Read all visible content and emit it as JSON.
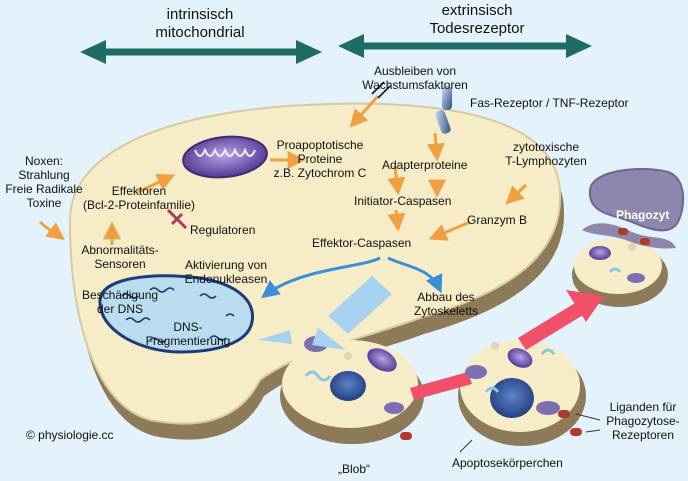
{
  "headers": {
    "intrinsic": [
      "intrinsisch",
      "mitochondrial"
    ],
    "extrinsic": [
      "extrinsisch",
      "Todesrezeptor"
    ]
  },
  "labels": {
    "noxen": [
      "Noxen:",
      "Strahlung",
      "Freie Radikale",
      "Toxine"
    ],
    "ausbleiben": [
      "Ausbleiben von",
      "Wachstumsfaktoren"
    ],
    "fas": "Fas-Rezeptor / TNF-Rezeptor",
    "proapoptotische": [
      "Proapoptotische",
      "Proteine",
      "z.B. Zytochrom C"
    ],
    "effektoren": [
      "Effektoren",
      "(Bcl-2-Proteinfamilie)"
    ],
    "adapter": "Adapterproteine",
    "lymphozyten": [
      "zytotoxische",
      "T-Lymphozyten"
    ],
    "initiator": "Initiator-Caspasen",
    "regulatoren": "Regulatoren",
    "abnorm": [
      "Abnormalitäts-",
      "Sensoren"
    ],
    "granzym": "Granzym B",
    "effektor_caspasen": "Effektor-Caspasen",
    "aktivierung": [
      "Aktivierung von",
      "Endonukleasen"
    ],
    "beschaedigung": [
      "Beschädigung",
      "der DNS"
    ],
    "abbau": [
      "Abbau des",
      "Zytoskeletts"
    ],
    "dns_frag": [
      "DNS-",
      "Fragmentierung"
    ],
    "phagozyt": "Phagozyt",
    "liganden": [
      "Liganden für",
      "Phagozytose-",
      "Rezeptoren"
    ],
    "blob": "„Blob“",
    "apoptose": "Apoptosekörperchen",
    "copyright": "© physiologie.cc"
  },
  "colors": {
    "background": "#e3f2fb",
    "cell_fill": "#f7ecc8",
    "cell_wall": "#8c7a58",
    "header_arrow": "#1f6b66",
    "signal_arrow": "#f0a040",
    "blue_arrow": "#3b8fd6",
    "mitochondrion": "#6a4aa8",
    "nucleus": "#b9dcef",
    "phagocyte": "#8d86ad",
    "big_arrow": "#f0506a"
  }
}
